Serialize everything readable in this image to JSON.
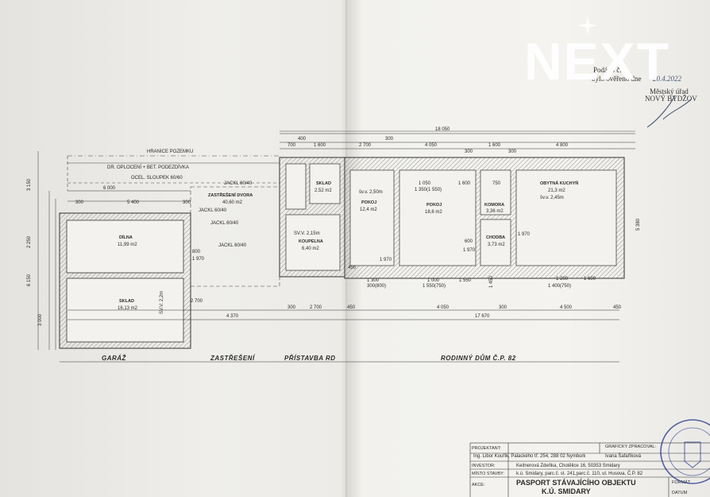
{
  "brand": {
    "logo_text": "NEXT"
  },
  "stamp": {
    "line1": "Podáno č. ...",
    "line2": "bylo ověřeno dne",
    "date": "20.4.2022",
    "office1": "Městský úřad",
    "office2": "NOVÝ BYDŽOV"
  },
  "plot": {
    "boundary": "HRANICE POZEMKU",
    "fence": "DR. OPLOCENÍ + BET. PODEZDÍVKA",
    "post": "OCEL. SLOUPEK 60/60",
    "jackl": [
      "JACKL 60/40",
      "JACKL 60/40",
      "JACKL 60/40",
      "JACKL 60/40"
    ]
  },
  "rooms": {
    "dilna": {
      "name": "DÍLNA",
      "area": "11,99 m2"
    },
    "sklad_garage": {
      "name": "SKLAD",
      "area": "16,13 m2",
      "note": "SV.V. 2,2m"
    },
    "zastreseni": {
      "name": "ZASTŘEŠENÍ DVORA",
      "area": "40,60 m2"
    },
    "sklad_small": {
      "name": "SKLAD",
      "area": "2,52 m2"
    },
    "koupelna": {
      "name": "KOUPELNA",
      "area": "6,40 m2",
      "note": "SV.V. 2,15m"
    },
    "pokoj1": {
      "name": "POKOJ",
      "area": "12,4 m2",
      "note": "šv.v. 2,50m"
    },
    "pokoj2": {
      "name": "POKOJ",
      "area": "18,6 m2"
    },
    "komora": {
      "name": "KOMORA",
      "area": "3,36 m2"
    },
    "chodba": {
      "name": "CHODBA",
      "area": "3,73 m2"
    },
    "kuchyn": {
      "name": "OBYTNÁ KUCHYŇ",
      "area": "21,3 m2",
      "note": "šv.v. 2,45m"
    }
  },
  "dimensions": {
    "top_total": "18 050",
    "top_segments": [
      "700",
      "1 600",
      "2 700",
      "4 050",
      "1 600",
      "4 800"
    ],
    "top_small": [
      "400",
      "300",
      "300",
      "300"
    ],
    "left_segments": [
      "3 150",
      "2 250",
      "6 150",
      "3 000"
    ],
    "bottom_segments": [
      "300",
      "2 700",
      "450",
      "4 050",
      "300",
      "4 500",
      "450"
    ],
    "bottom_total_left": "4 370",
    "bottom_total_right": "17 670",
    "garage_top": [
      "6 000",
      "300",
      "5 400",
      "300"
    ],
    "misc": [
      "1 300",
      "300(800)",
      "1 000",
      "1 550(750)",
      "1 550",
      "1 200",
      "1 400(750)",
      "1 600",
      "1 970",
      "1 970",
      "2 700",
      "5 380",
      "750",
      "800",
      "1 970",
      "1 050",
      "1 350(1 550)",
      "1 600",
      "600",
      "1 970",
      "450",
      "1 450"
    ]
  },
  "sections": {
    "garaz": "GARÁŽ",
    "zastreseni": "ZASTŘEŠENÍ",
    "pristavba": "PŘÍSTAVBA RD",
    "dum": "RODINNÝ DŮM Č.P. 82"
  },
  "title_block": {
    "designer_label": "PROJEKTANT:",
    "designer": "Ing. Libor Kouřík, Palackého tř. 254, 288 02 Nymburk",
    "graphic_label": "GRAFICKY ZPRACOVAL:",
    "graphic": "Ivana Šafaříková",
    "investor_label": "INVESTOR:",
    "investor": "Keitnerová Zdeňka, Chotělice 16, 50353 Smidary",
    "place_label": "MÍSTO STAVBY:",
    "place": "k.ú. Smidary, parc.č. st. 241,parc.č. 110, ul. Husova, Č.P. 82",
    "action_label": "AKCE:",
    "title1": "PASPORT STÁVAJÍCÍHO OBJEKTU",
    "title2": "K.Ú. SMIDARY",
    "format_label": "FORMÁT",
    "date_label": "DATUM"
  },
  "colors": {
    "ink": "#2a2a2a",
    "paper": "#f1f0ec",
    "logo": "#ffffff"
  }
}
